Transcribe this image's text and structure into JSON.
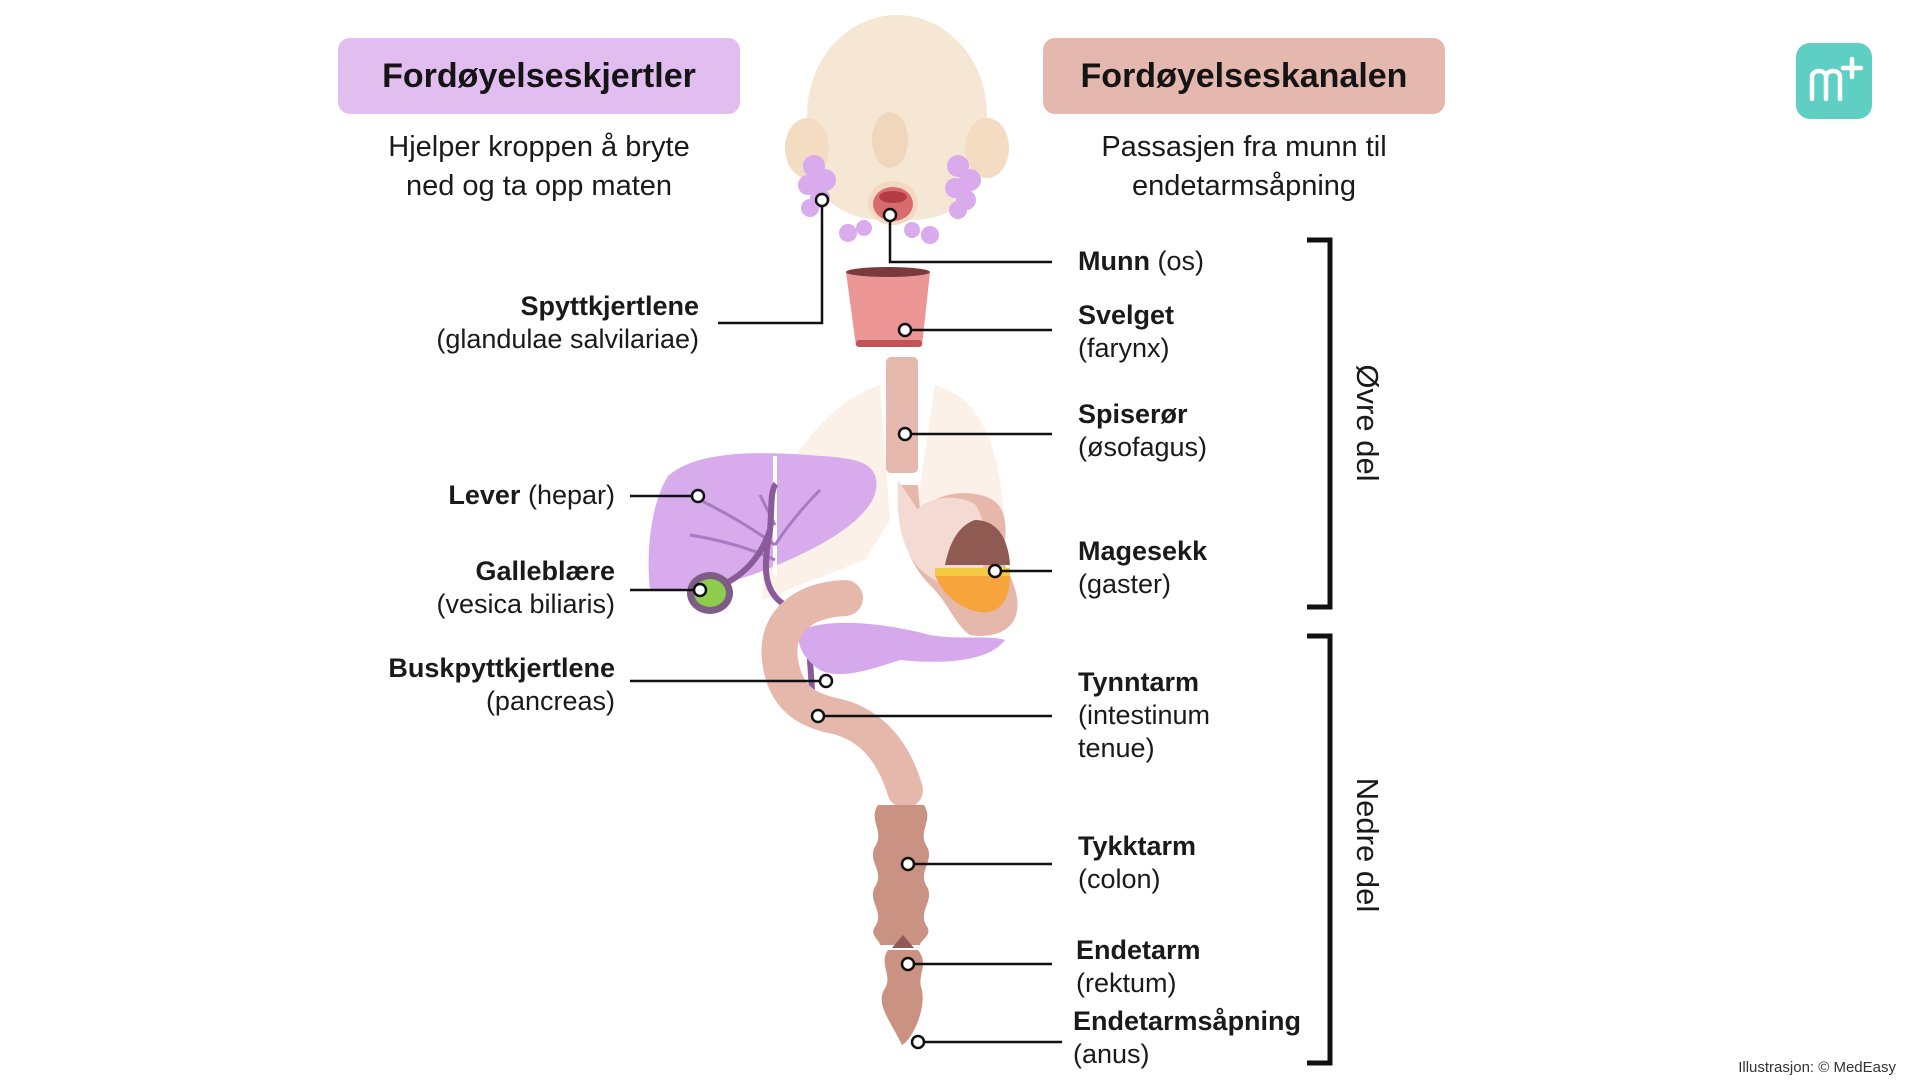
{
  "header_left": {
    "title": "Fordøyelseskjertler",
    "description_lines": [
      "Hjelper kroppen å bryte",
      "ned og ta opp maten"
    ]
  },
  "header_right": {
    "title": "Fordøyelseskanalen",
    "description_lines": [
      "Passasjen fra munn til",
      "endetarmsåpning"
    ]
  },
  "glands": [
    {
      "name": "Spyttkjertlene",
      "latin": "(glandulae salvilariae)"
    },
    {
      "name": "Lever",
      "latin": "(hepar)"
    },
    {
      "name": "Galleblære",
      "latin": "(vesica biliaris)"
    },
    {
      "name": "Buskpyttkjertlene",
      "latin": "(pancreas)"
    }
  ],
  "canal": [
    {
      "name": "Munn",
      "latin": "(os)"
    },
    {
      "name": "Svelget",
      "latin": "(farynx)"
    },
    {
      "name": "Spiserør",
      "latin": "(øsofagus)"
    },
    {
      "name": "Magesekk",
      "latin": "(gaster)"
    },
    {
      "name": "Tynntarm",
      "latin_lines": [
        "(intestinum",
        "tenue)"
      ]
    },
    {
      "name": "Tykktarm",
      "latin": "(colon)"
    },
    {
      "name": "Endetarm",
      "latin": "(rektum)"
    },
    {
      "name": "Endetarmsåpning",
      "latin": "(anus)"
    }
  ],
  "sections": {
    "upper": "Øvre del",
    "lower": "Nedre del"
  },
  "logo": {
    "text": "m",
    "superscript": "+"
  },
  "credit": "Illustrasjon: © MedEasy",
  "colors": {
    "glands_header": "#e2bdf0",
    "canal_header": "#e4b8ae",
    "logo": "#5fcfc4",
    "head": "#f6e6d4",
    "gland_purple": "#d4a3ea",
    "pharynx": "#ec9594",
    "esophagus": "#e6b9ae",
    "stomach": "#e2b3a6",
    "intestine": "#c99283",
    "gallbladder": "#8cc94a",
    "stomach_acid": "#f7a43c"
  }
}
